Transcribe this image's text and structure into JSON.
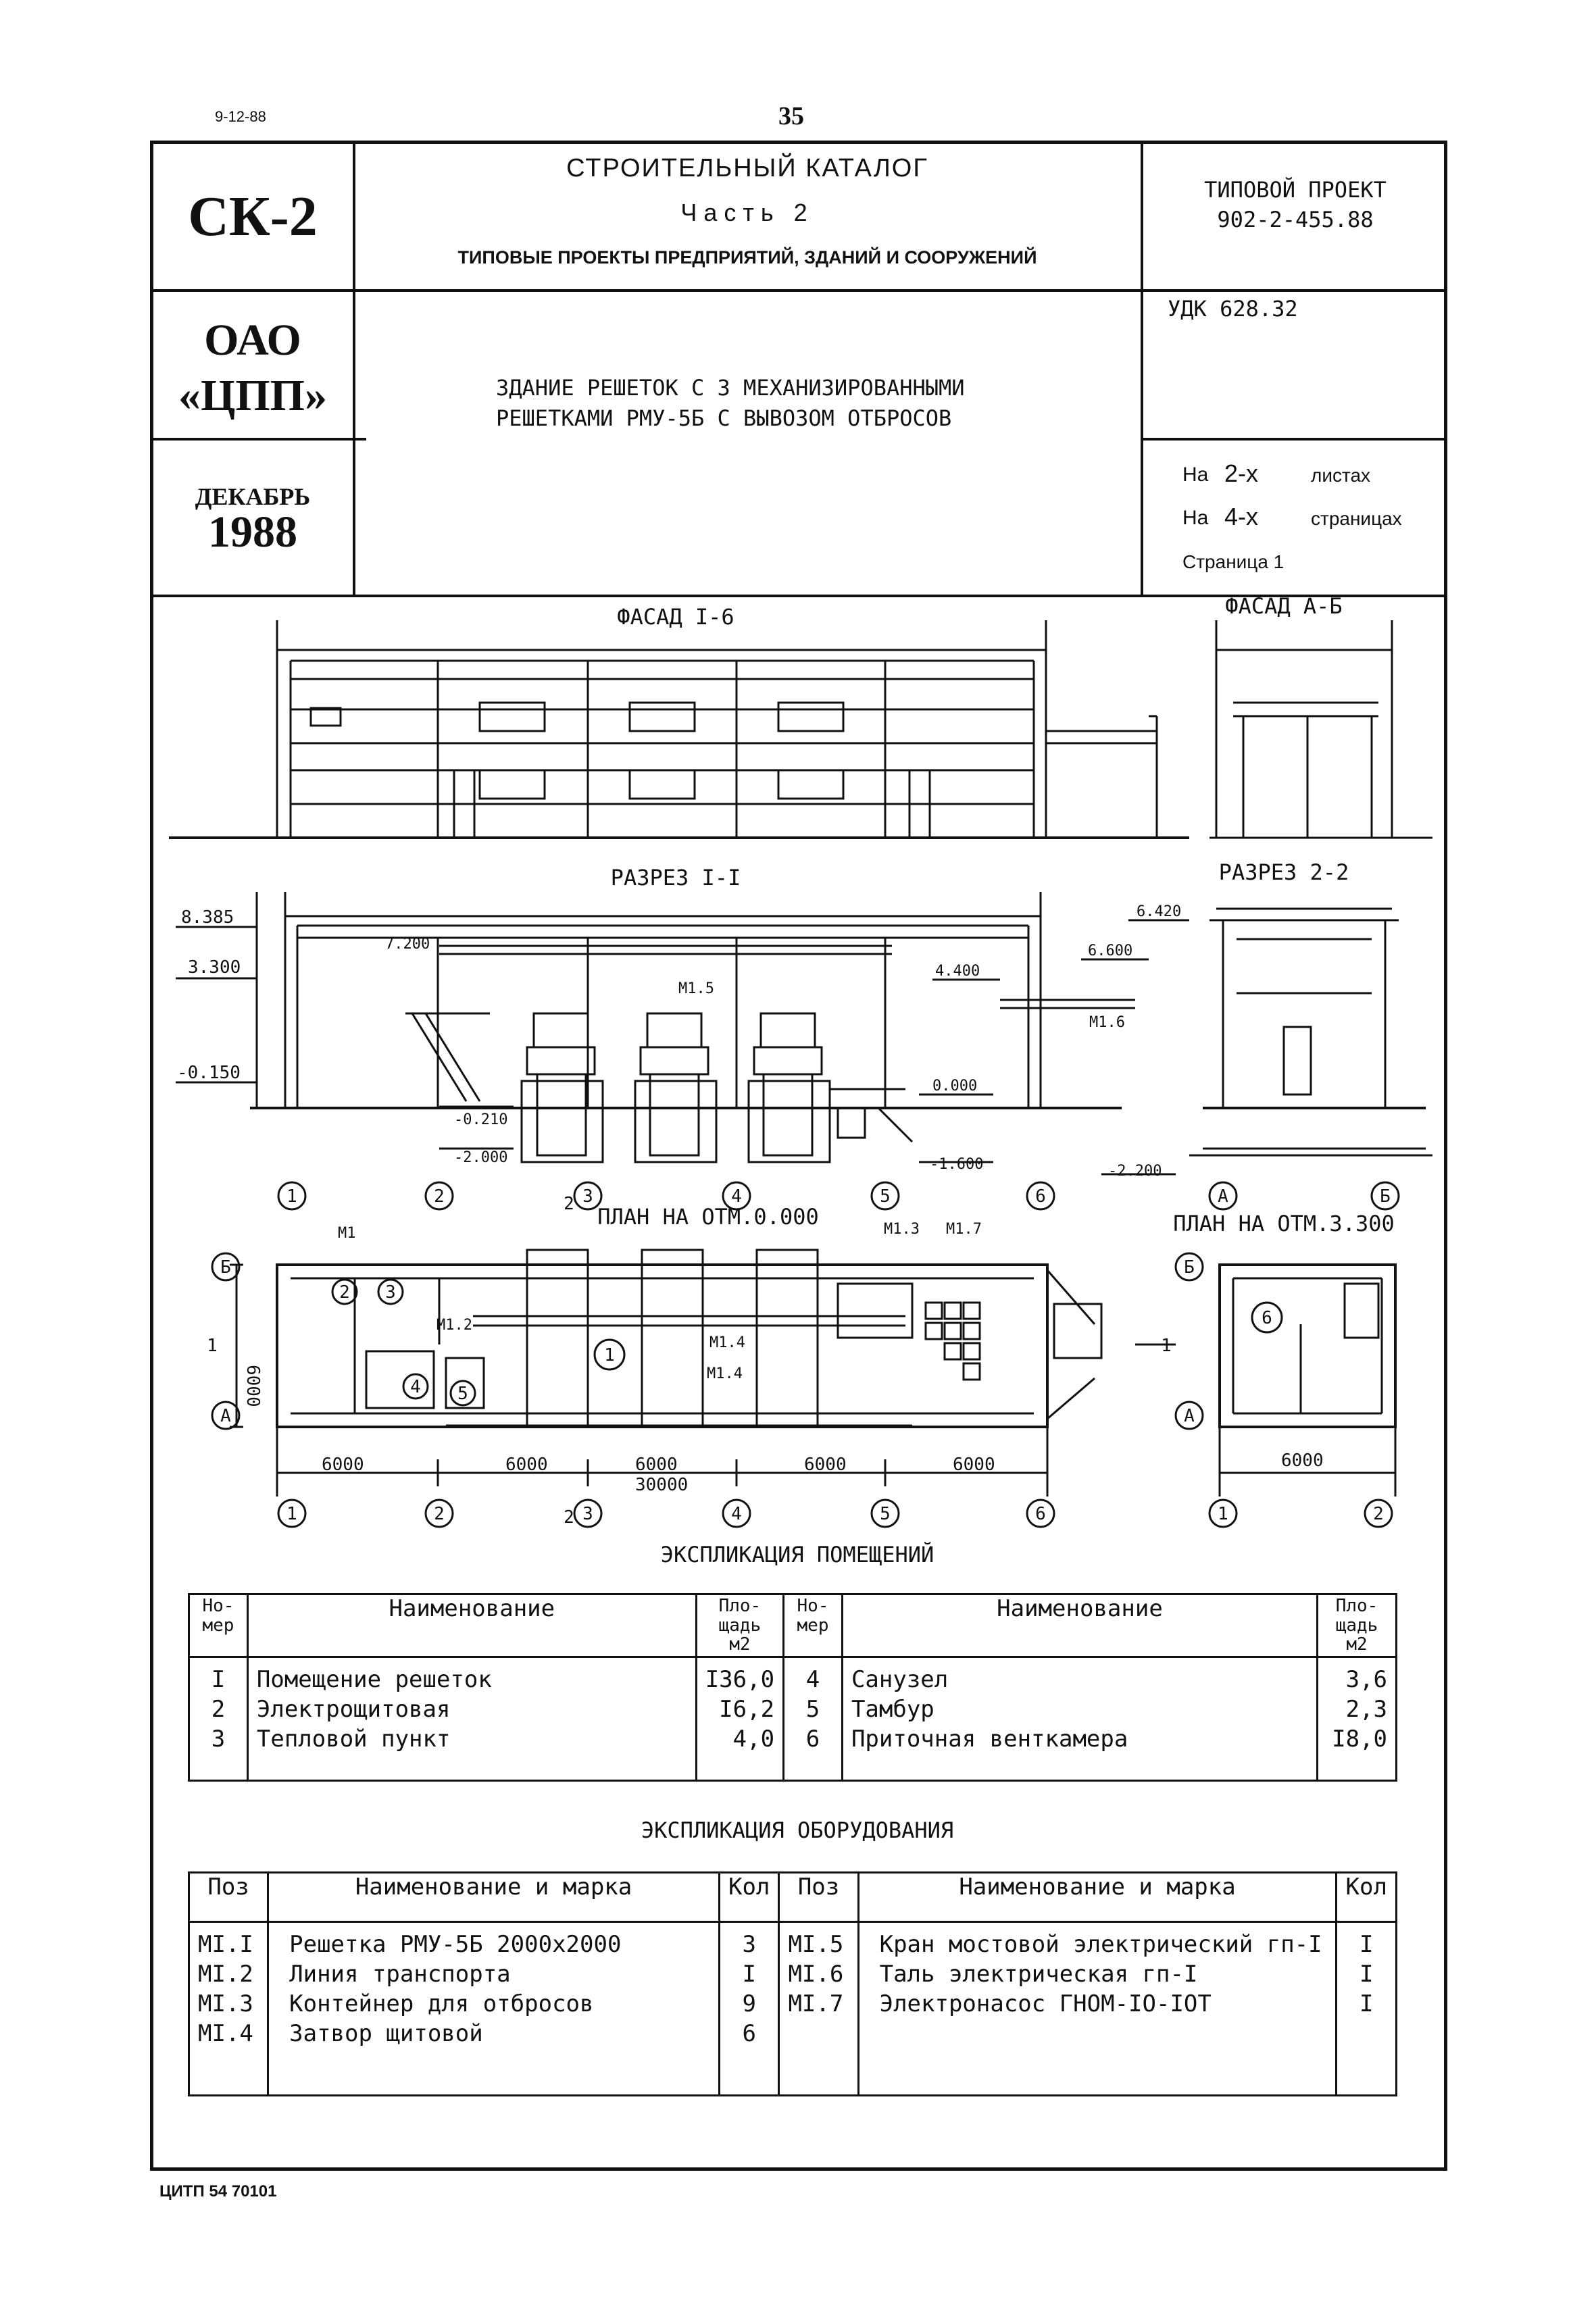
{
  "page": {
    "date_code": "9-12-88",
    "page_number": "35",
    "footer_code": "ЦИТП 54 70101"
  },
  "header": {
    "series": "СК-2",
    "catalog_title": "СТРОИТЕЛЬНЫЙ КАТАЛОГ",
    "part": "Часть 2",
    "catalog_subtitle": "ТИПОВЫЕ ПРОЕКТЫ ПРЕДПРИЯТИЙ, ЗДАНИЙ И СООРУЖЕНИЙ",
    "project_label": "ТИПОВОЙ ПРОЕКТ",
    "project_number": "902-2-455.88",
    "org_line1": "ОАО",
    "org_line2": "«ЦПП»",
    "udk": "УДК 628.32",
    "title_line1": "ЗДАНИЕ РЕШЕТОК С 3 МЕХАНИЗИРОВАННЫМИ",
    "title_line2": "РЕШЕТКАМИ РМУ-5Б С ВЫВОЗОМ ОТБРОСОВ",
    "date_month": "ДЕКАБРЬ",
    "date_year": "1988",
    "sheets_prefix": "На",
    "sheets_value": "2-х",
    "sheets_label": "листах",
    "pages_prefix": "На",
    "pages_value": "4-х",
    "pages_label": "страницах",
    "page_label": "Страница 1"
  },
  "drawings": {
    "facade_1_6": "ФАСАД I-6",
    "facade_a_b": "ФАСАД А-Б",
    "section_1_1": "РАЗРЕЗ I-I",
    "section_2_2": "РАЗРЕЗ 2-2",
    "plan_0": "ПЛАН НА ОТМ.0.000",
    "plan_3300": "ПЛАН НА ОТМ.3.300",
    "elevations": {
      "e8385": "8.385",
      "e3300": "3.300",
      "em0150": "-0.150",
      "e7200": "7.200",
      "e4400": "4.400",
      "e6600": "6.600",
      "e6420": "6.420",
      "e0000": "0.000",
      "em0210": "-0.210",
      "em2000": "-2.000",
      "em1600": "-1.600",
      "em2200": "-2.200"
    },
    "marks": {
      "m15": "М1.5",
      "m16": "М1.6",
      "m12": "М1.2",
      "m13": "М1.3",
      "m14a": "М1.4",
      "m14b": "М1.4",
      "m17": "М1.7",
      "m1": "М1"
    },
    "dims": {
      "d6000a": "6000",
      "d6000b": "6000",
      "d6000c": "6000",
      "d6000d": "6000",
      "d6000e": "6000",
      "d30000": "30000",
      "d6000v": "6000",
      "d6000r": "6000"
    },
    "axes": {
      "a1": "1",
      "a2": "2",
      "a3": "3",
      "a4": "4",
      "a5": "5",
      "a6": "6",
      "aA": "А",
      "aB": "Б"
    },
    "rooms": {
      "r1": "1",
      "r2": "2",
      "r3": "3",
      "r4": "4",
      "r5": "5",
      "r6": "6"
    },
    "cut_marks": {
      "c1": "1",
      "c2": "2"
    }
  },
  "rooms_table": {
    "title": "ЭКСПЛИКАЦИЯ ПОМЕЩЕНИЙ",
    "headers": [
      "Но-мер",
      "Наименование",
      "Пло-щадь м2",
      "Но-мер",
      "Наименование",
      "Пло-щадь м2"
    ],
    "rows": [
      [
        "I",
        "Помещение решеток",
        "I36,0",
        "4",
        "Санузел",
        "3,6"
      ],
      [
        "2",
        "Электрощитовая",
        "I6,2",
        "5",
        "Тамбур",
        "2,3"
      ],
      [
        "3",
        "Тепловой пункт",
        "4,0",
        "6",
        "Приточная венткамера",
        "I8,0"
      ]
    ]
  },
  "equipment_table": {
    "title": "ЭКСПЛИКАЦИЯ ОБОРУДОВАНИЯ",
    "headers": [
      "Поз",
      "Наименование и марка",
      "Кол",
      "Поз",
      "Наименование и марка",
      "Кол"
    ],
    "rows": [
      [
        "МI.I",
        "Решетка РМУ-5Б 2000x2000",
        "3",
        "МI.5",
        "Кран мостовой электрический гп-I",
        "I"
      ],
      [
        "МI.2",
        "Линия транспорта",
        "I",
        "МI.6",
        "Таль электрическая гп-I",
        "I"
      ],
      [
        "МI.3",
        "Контейнер для отбросов",
        "9",
        "МI.7",
        "Электронасос ГНОМ-IO-IOT",
        "I"
      ],
      [
        "МI.4",
        "Затвор щитовой",
        "6",
        "",
        "",
        ""
      ]
    ]
  }
}
